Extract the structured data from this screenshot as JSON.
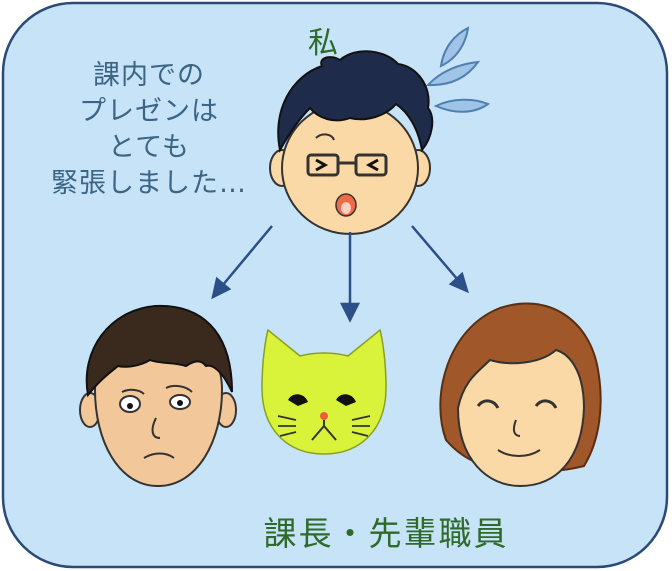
{
  "scene": {
    "speaker_label": "私",
    "caption_lines": [
      "課内での",
      "プレゼンは",
      "とても",
      "緊張しました…"
    ],
    "group_label": "課長・先輩職員"
  },
  "colors": {
    "panel_fill": "#c7e3f7",
    "panel_border": "#2b4a78",
    "arrow": "#2b4f86",
    "text_blue": "#3b6585",
    "text_green": "#2e6a2a",
    "sweat": "#9fc4e6",
    "skin": "#fbd9a6",
    "cat": "#d9f23a"
  },
  "icons": [
    "sweat-drops-icon",
    "speaker-face-icon",
    "boss-face-icon",
    "cat-face-icon",
    "woman-face-icon"
  ]
}
